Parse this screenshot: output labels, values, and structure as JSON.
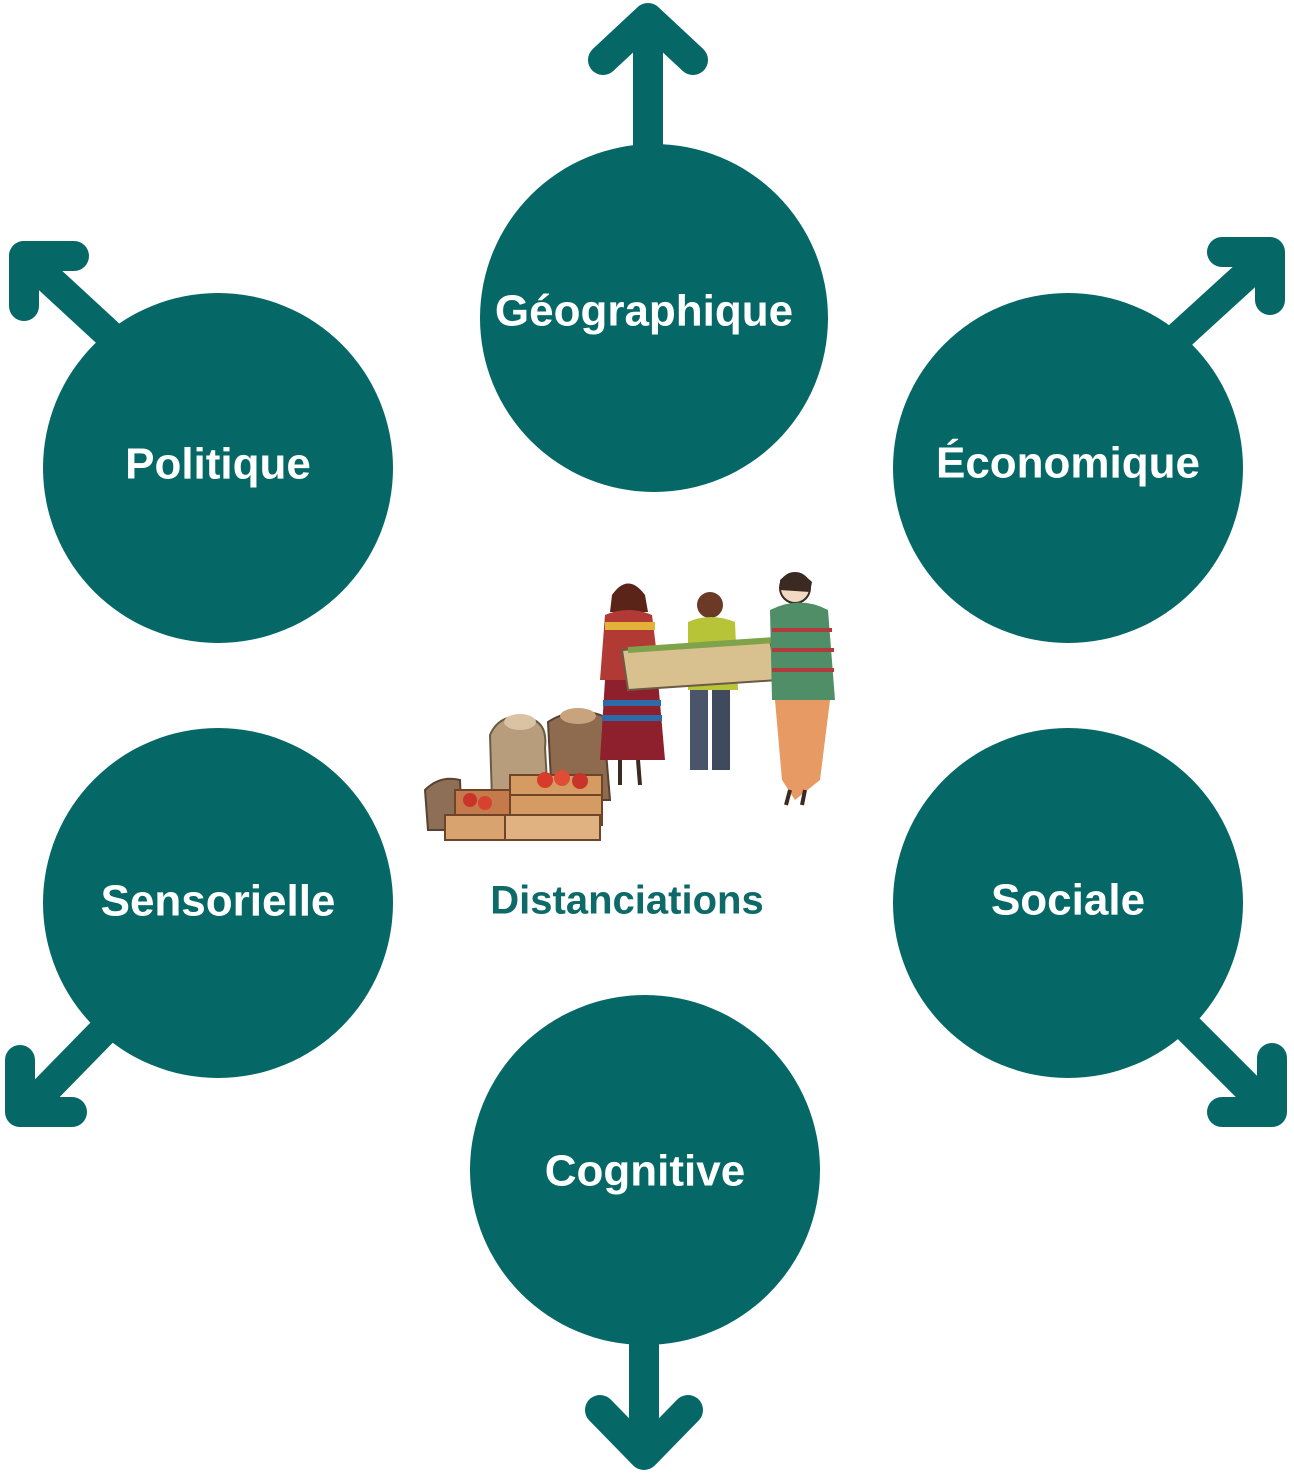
{
  "colors": {
    "node": "#056867",
    "label": "#ffffff",
    "center_text": "#0e6a69"
  },
  "center": {
    "label": "Distanciations",
    "illustration": "market-people-with-produce-crates-illustration"
  },
  "nodes": {
    "geographique": {
      "label": "Géographique",
      "direction": "up"
    },
    "economique": {
      "label": "Économique",
      "direction": "up-right"
    },
    "sociale": {
      "label": "Sociale",
      "direction": "down-right"
    },
    "cognitive": {
      "label": "Cognitive",
      "direction": "down"
    },
    "sensorielle": {
      "label": "Sensorielle",
      "direction": "down-left"
    },
    "politique": {
      "label": "Politique",
      "direction": "up-left"
    }
  }
}
